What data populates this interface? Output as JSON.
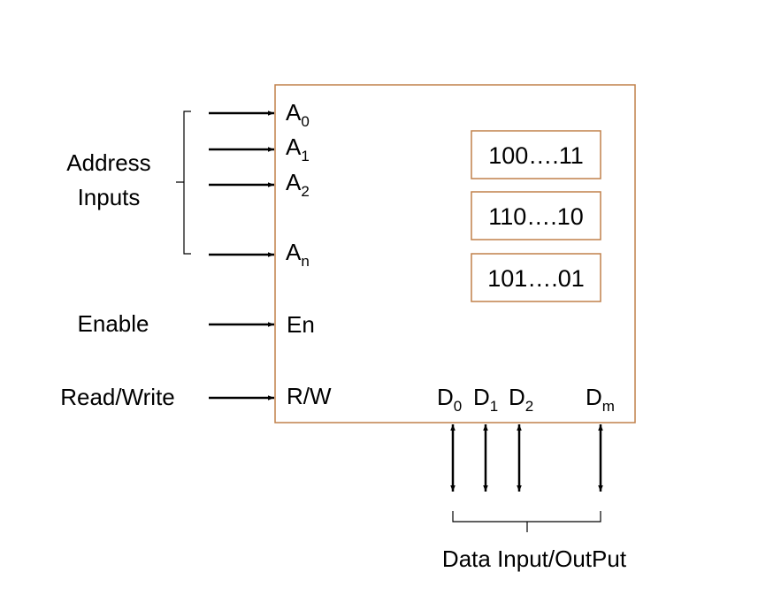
{
  "labels": {
    "address_inputs": [
      "Address",
      "Inputs"
    ],
    "enable": "Enable",
    "read_write": "Read/Write",
    "data_io": "Data Input/OutPut"
  },
  "pins": {
    "address": [
      {
        "base": "A",
        "sub": "0"
      },
      {
        "base": "A",
        "sub": "1"
      },
      {
        "base": "A",
        "sub": "2"
      },
      {
        "base": "A",
        "sub": "n"
      }
    ],
    "enable": "En",
    "read_write": "R/W",
    "data": [
      {
        "base": "D",
        "sub": "0"
      },
      {
        "base": "D",
        "sub": "1"
      },
      {
        "base": "D",
        "sub": "2"
      },
      {
        "base": "D",
        "sub": "m"
      }
    ]
  },
  "memory_words": [
    "100….11",
    "110….10",
    "101….01"
  ],
  "colors": {
    "box_border": "#c0804a",
    "lines": "#000000"
  }
}
